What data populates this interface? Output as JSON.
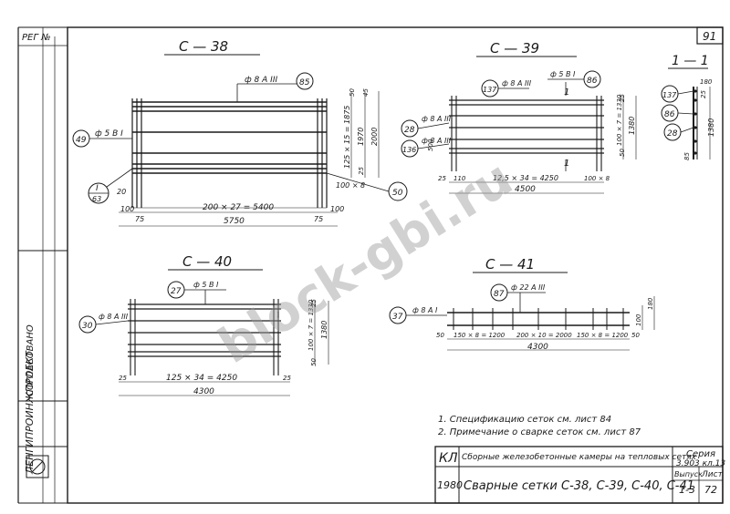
{
  "sheet_number": "91",
  "reg_no": "РЕГ №",
  "watermark": "block-gbi.ru",
  "org_name": "ЛЕНГИПРОИНЖПРОЕКТ",
  "approved_label": "СОГЛАСОВАНО",
  "drawings": {
    "c38": {
      "title": "С — 38",
      "rebar_top": "ф 8 А III",
      "rebar_left": "ф 5 В I",
      "callout_top": "85",
      "callout_left": "49",
      "callout_right": "50",
      "section_mark": "I",
      "section_sheet": "63",
      "dim_span": "200 × 27 = 5400",
      "dim_total": "5750",
      "dim_left": "100",
      "dim_75": "75",
      "dim_right": "100",
      "dim_75r": "75",
      "dim_vert_pitch": "125 × 15 = 1875",
      "dim_1970": "1970",
      "dim_2000": "2000",
      "dim_50": "50",
      "dim_45": "45",
      "dim_25": "25",
      "dim_100x8": "100 × 8",
      "dim_20": "20"
    },
    "c39": {
      "title": "С — 39",
      "rebar_a": "ф 8 А III",
      "rebar_b": "ф 5 В I",
      "rebar_c": "ф 8 А III",
      "rebar_d": "ф 8 А III",
      "callout_137": "137",
      "callout_86": "86",
      "callout_28": "28",
      "callout_136": "136",
      "mark_1": "1",
      "dim_span": "12,5 × 34 = 4250",
      "dim_total": "4500",
      "dim_25": "25",
      "dim_110": "110",
      "dim_100x8": "100 × 8",
      "dim_vert": "100 × 7 = 1330",
      "dim_1380": "1380",
      "dim_500": "500",
      "dim_25v": "25",
      "dim_50": "50"
    },
    "sec11": {
      "title": "1 — 1",
      "callout_137": "137",
      "callout_86": "86",
      "callout_28": "28",
      "dim_1380": "1380",
      "dim_180": "180",
      "dim_85": "85",
      "dim_25": "25"
    },
    "c40": {
      "title": "С — 40",
      "rebar_top": "ф 5 В I",
      "rebar_left": "ф 8 А III",
      "callout_top": "27",
      "callout_left": "30",
      "dim_span": "125 × 34 = 4250",
      "dim_total": "4300",
      "dim_25l": "25",
      "dim_25r": "25",
      "dim_vert": "100 × 7 = 1330",
      "dim_1380": "1380",
      "dim_25v": "25",
      "dim_50": "50"
    },
    "c41": {
      "title": "С — 41",
      "rebar_top": "ф 22 А III",
      "rebar_left": "ф 8 А I",
      "callout_top": "87",
      "callout_left": "37",
      "dim_a": "150 × 8 = 1200",
      "dim_b": "200 × 10 = 2000",
      "dim_c": "150 × 8 = 1200",
      "dim_total": "4300",
      "dim_50l": "50",
      "dim_50r": "50",
      "dim_100": "100",
      "dim_180": "180"
    }
  },
  "notes": [
    "1. Спецификацию сеток см. лист 84",
    "2. Примечание о сварке сеток см. лист 87"
  ],
  "title_block": {
    "code": "КЛ",
    "year": "1980",
    "project": "Сборные железобетонные камеры на тепловых сетях",
    "sheet_title": "Сварные сетки С-38, С-39, С-40, С-41",
    "series_label": "Серия",
    "series_value": "3.903 кл.13",
    "issue_label": "Выпуск",
    "issue_value": "1-3",
    "sheet_label": "Лист",
    "sheet_value": "72"
  }
}
